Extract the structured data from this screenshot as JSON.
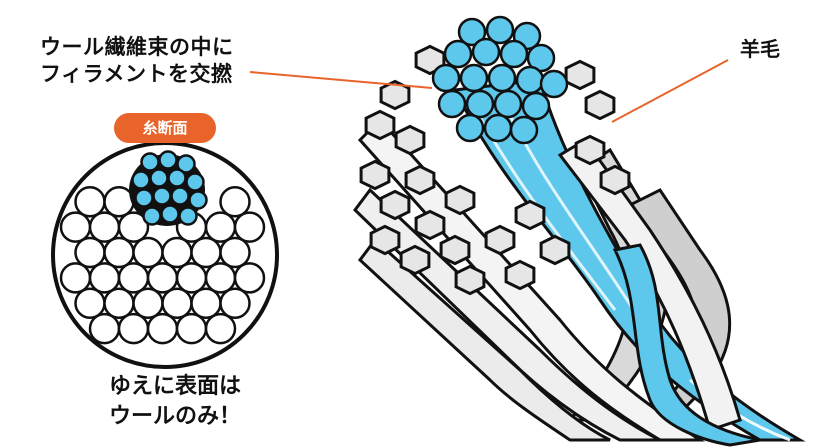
{
  "labels": {
    "main_line1": "ウール繊維束の中に",
    "main_line2": "フィラメントを交撚",
    "wool": "羊毛"
  },
  "badge": "糸断面",
  "caption": {
    "line1": "ゆえに表面は",
    "line2": "ウールのみ！"
  },
  "colors": {
    "filament": "#5ec8ec",
    "accent": "#e8642a",
    "outline": "#111111",
    "wool_fiber": "#e6e6e6"
  }
}
